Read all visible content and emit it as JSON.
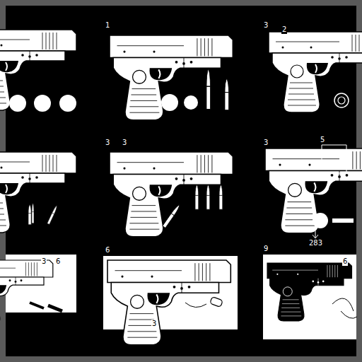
{
  "diagram": {
    "labels": [
      "1",
      "3",
      "2",
      "3",
      "3",
      "3",
      "5",
      "283",
      "3",
      "6",
      "6",
      "3",
      "9",
      "6"
    ]
  }
}
